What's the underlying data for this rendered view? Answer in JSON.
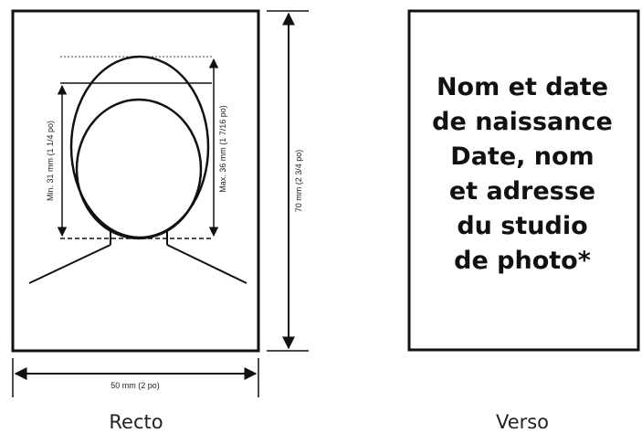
{
  "recto": {
    "caption": "Recto",
    "min_label": "Min. 31 mm (1 1/4 po)",
    "max_label": "Max. 36 mm (1 7/16 po)",
    "height_label": "70 mm (2 3/4 po)",
    "width_label": "50 mm (2 po)"
  },
  "verso": {
    "caption": "Verso",
    "lines": [
      "Nom et date",
      "de naissance",
      "Date, nom",
      "et adresse",
      "du studio",
      "de photo*"
    ]
  }
}
